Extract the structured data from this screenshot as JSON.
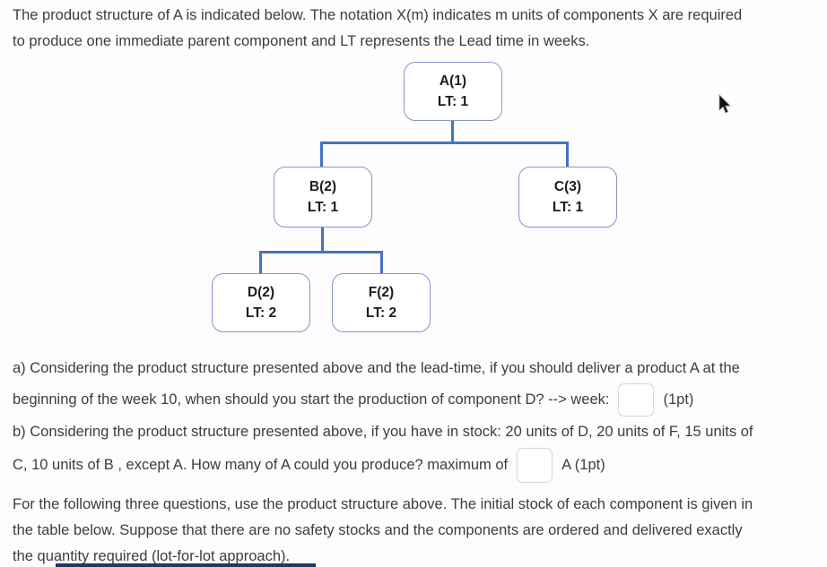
{
  "intro": {
    "line1": "The product structure of A is indicated below. The notation X(m) indicates m units of components X are required",
    "line2": "to produce one immediate parent component and LT represents the Lead time in weeks."
  },
  "diagram": {
    "connector_color": "#4472c4",
    "node_border_color": "#8793ce",
    "nodes": [
      {
        "id": "A",
        "label": "A(1)",
        "lt": "LT: 1"
      },
      {
        "id": "B",
        "label": "B(2)",
        "lt": "LT: 1"
      },
      {
        "id": "C",
        "label": "C(3)",
        "lt": "LT: 1"
      },
      {
        "id": "D",
        "label": "D(2)",
        "lt": "LT: 2"
      },
      {
        "id": "F",
        "label": "F(2)",
        "lt": "LT: 2"
      }
    ]
  },
  "question_a": {
    "line1": "a) Considering the product structure presented above and the lead-time, if you should deliver a product A at the",
    "line2_before": "beginning of the week 10, when should you start the production of component D? --> week:",
    "answer_value": "",
    "line2_after": "(1pt)"
  },
  "question_b": {
    "line1": "b) Considering the product structure presented above, if you have in stock: 20 units of D, 20 units of F, 15 units of",
    "line2_before": "C, 10 units of B , except A. How many of A could you produce? maximum of",
    "answer_value": "",
    "line2_after": "A (1pt)"
  },
  "outro": {
    "line1": "For the following three questions, use the product structure above. The initial stock of each component is given in",
    "line2": "the table below. Suppose that there are no safety stocks and the components are ordered and delivered exactly",
    "line3": "the quantity required (lot-for-lot approach)."
  },
  "table_edge_color": "#1f3864"
}
